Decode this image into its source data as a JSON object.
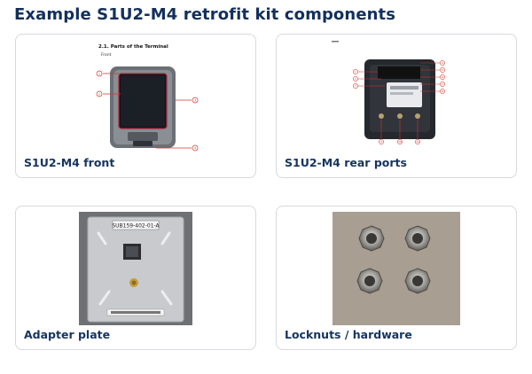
{
  "title": "Example S1U2-M4 retrofit kit components",
  "cards": [
    {
      "caption": "S1U2-M4 front",
      "doc_heading": "2.1.   Parts of the Terminal",
      "doc_sub": "Front",
      "callouts": [
        "1",
        "2",
        "3",
        "4"
      ]
    },
    {
      "caption": "S1U2-M4 rear ports",
      "callouts": [
        "1",
        "2",
        "3",
        "4",
        "5",
        "6",
        "7",
        "8",
        "9",
        "10",
        "11",
        "12",
        "13"
      ]
    },
    {
      "caption": "Adapter plate",
      "label_text": "SUB159-402-01-A"
    },
    {
      "caption": "Locknuts / hardware"
    }
  ]
}
